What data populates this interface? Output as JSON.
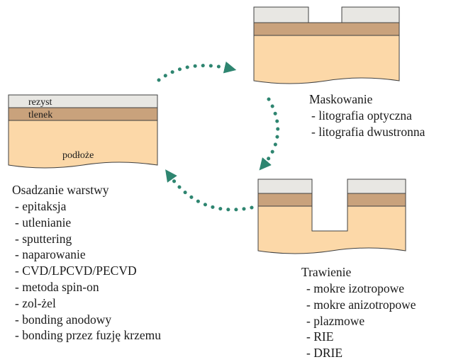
{
  "colors": {
    "resist": "#e8e7e3",
    "oxide": "#c9a27c",
    "substrate": "#fcd8a8",
    "outline": "#404040",
    "arrow": "#2e8570"
  },
  "deposition": {
    "layer_resist": "rezyst",
    "layer_oxide": "tlenek",
    "layer_substrate": "podłoże",
    "title": "Osadzanie warstwy",
    "methods": [
      "epitaksja",
      "utlenianie",
      "sputtering",
      "naparowanie",
      "CVD/LPCVD/PECVD",
      "metoda spin-on",
      "zol-żel",
      "bonding anodowy",
      "bonding przez fuzję krzemu"
    ]
  },
  "masking": {
    "title": "Maskowanie",
    "methods": [
      "litografia optyczna",
      "litografia dwustronna"
    ]
  },
  "etching": {
    "title": "Trawienie",
    "methods": [
      "mokre izotropowe",
      "mokre anizotropowe",
      "plazmowe",
      "RIE",
      "DRIE"
    ]
  }
}
